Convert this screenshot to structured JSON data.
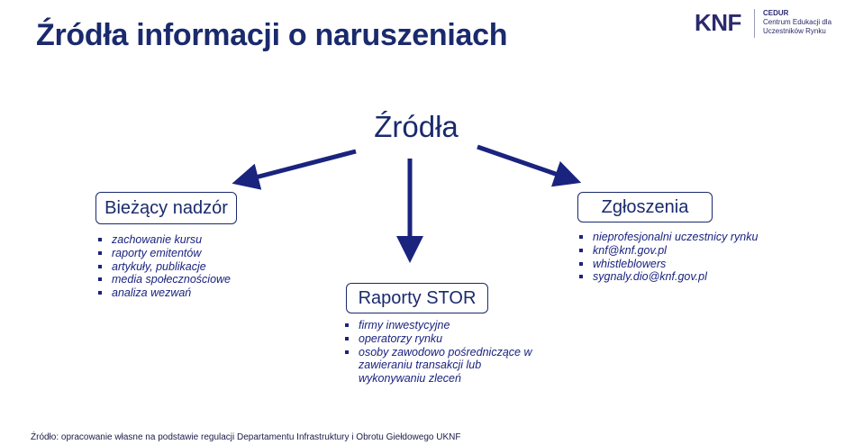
{
  "title": "Źródła informacji o naruszeniach",
  "logo": {
    "mark": "KNF",
    "line1": "CEDUR",
    "line2": "Centrum Edukacji dla",
    "line3": "Uczestników Rynku"
  },
  "root": "Źródła",
  "branches": {
    "left": {
      "label": "Bieżący nadzór",
      "items": [
        "zachowanie kursu",
        "raporty emitentów",
        "artykuły, publikacje",
        "media społecznościowe",
        "analiza wezwań"
      ]
    },
    "middle": {
      "label": "Raporty STOR",
      "items": [
        "firmy inwestycyjne",
        "operatorzy rynku",
        "osoby zawodowo pośredniczące w zawieraniu transakcji lub wykonywaniu zleceń"
      ]
    },
    "right": {
      "label": "Zgłoszenia",
      "items": [
        "nieprofesjonalni uczestnicy rynku",
        "knf@knf.gov.pl",
        "whistleblowers",
        "sygnaly.dio@knf.gov.pl"
      ]
    }
  },
  "footnote": "Źródło: opracowanie własne na podstawie regulacji Departamentu Infrastruktury i Obrotu Giełdowego UKNF",
  "colors": {
    "primary": "#1a2a6c",
    "arrow": "#1a237e"
  }
}
